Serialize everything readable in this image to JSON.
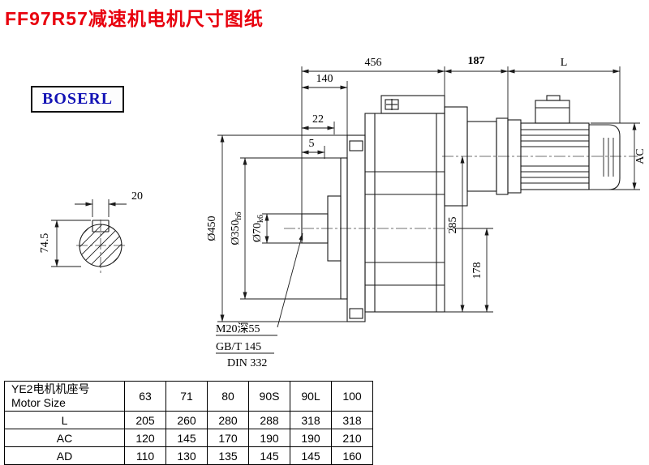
{
  "page": {
    "title": "FF97R57减速机电机尺寸图纸",
    "logo": "BOSERL"
  },
  "drawing": {
    "dim_456": "456",
    "dim_187": "187",
    "dim_L": "L",
    "dim_140": "140",
    "dim_22": "22",
    "dim_5": "5",
    "dim_AC": "AC",
    "dim_285": "285",
    "dim_178": "178",
    "dia_flange": "Ø450",
    "dia_spigot": {
      "value": "Ø350",
      "tol": "h6"
    },
    "dia_shaft": {
      "value": "Ø70",
      "tol": "k6"
    },
    "key_width": "20",
    "key_height": "74.5",
    "note_tap": "M20深55",
    "note_gb": "GB/T 145",
    "note_din": "DIN 332"
  },
  "table": {
    "header": {
      "label_cn": "YE2电机机座号",
      "label_en": "Motor Size",
      "sizes": [
        "63",
        "71",
        "80",
        "90S",
        "90L",
        "100"
      ]
    },
    "rows": [
      {
        "label": "L",
        "values": [
          "205",
          "260",
          "280",
          "288",
          "318",
          "318"
        ]
      },
      {
        "label": "AC",
        "values": [
          "120",
          "145",
          "170",
          "190",
          "190",
          "210"
        ]
      },
      {
        "label": "AD",
        "values": [
          "110",
          "130",
          "135",
          "145",
          "145",
          "160"
        ]
      }
    ]
  },
  "colors": {
    "title_red": "#e8000d",
    "logo_blue": "#1313b5",
    "line_black": "#1a1a1a"
  }
}
